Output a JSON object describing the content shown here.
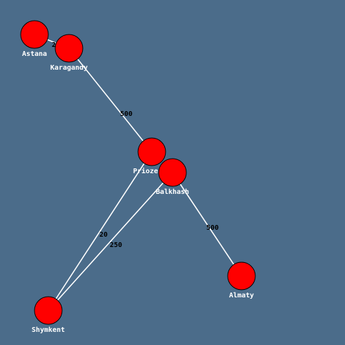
{
  "colors": {
    "background": "#4b6c8a",
    "node_fill": "#ff0000",
    "edge": "#ffffff",
    "node_label": "#ffffff",
    "edge_label": "#000000"
  },
  "graph": {
    "nodes": [
      {
        "id": "astana",
        "label": "Astana"
      },
      {
        "id": "karagandy",
        "label": "Karagandy"
      },
      {
        "id": "priozersk",
        "label": "Priozersk"
      },
      {
        "id": "balkhash",
        "label": "Balkhash"
      },
      {
        "id": "almaty",
        "label": "Almaty"
      },
      {
        "id": "shymkent",
        "label": "Shymkent"
      }
    ],
    "edges": [
      {
        "from": "astana",
        "to": "karagandy",
        "weight": "2"
      },
      {
        "from": "karagandy",
        "to": "priozersk",
        "weight": "500"
      },
      {
        "from": "balkhash",
        "to": "almaty",
        "weight": "500"
      },
      {
        "from": "priozersk",
        "to": "shymkent",
        "weight": "20"
      },
      {
        "from": "balkhash",
        "to": "shymkent",
        "weight": "250"
      }
    ]
  }
}
